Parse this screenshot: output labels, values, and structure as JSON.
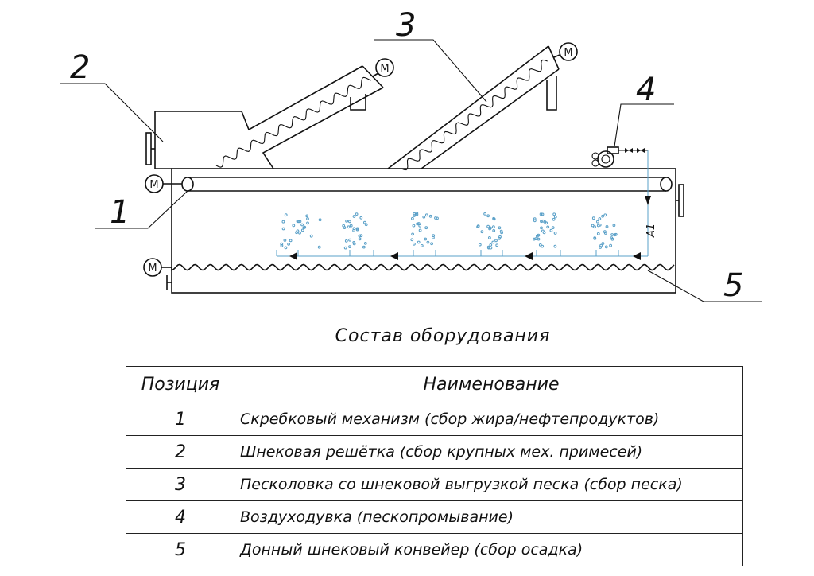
{
  "diagram": {
    "callouts": [
      "1",
      "2",
      "3",
      "4",
      "5"
    ],
    "motor_label": "M",
    "aeration_label": "A1"
  },
  "title": "Состав оборудования",
  "table": {
    "headers": [
      "Позиция",
      "Наименование"
    ],
    "rows": [
      {
        "pos": "1",
        "name": "Скребковый механизм (сбор жира/нефтепродуктов)"
      },
      {
        "pos": "2",
        "name": "Шнековая решётка (сбор крупных мех. примесей)"
      },
      {
        "pos": "3",
        "name": "Песколовка со шнековой выгрузкой песка (сбор песка)"
      },
      {
        "pos": "4",
        "name": "Воздуходувка (пескопромывание)"
      },
      {
        "pos": "5",
        "name": "Донный шнековый конвейер (сбор осадка)"
      }
    ]
  },
  "colors": {
    "line": "#111111",
    "aeration": "#5aa0c8"
  }
}
